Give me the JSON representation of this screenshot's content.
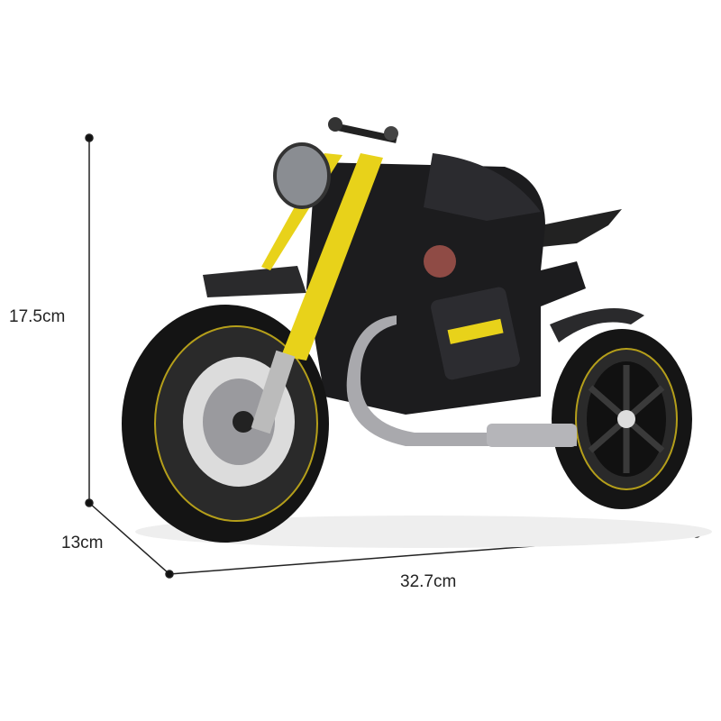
{
  "dimensions": {
    "height": "17.5cm",
    "depth": "13cm",
    "length": "32.7cm"
  },
  "product": {
    "subject": "motorcycle-building-block-model",
    "colors": {
      "body": "#1b1b1d",
      "accent": "#e8d21a",
      "chrome": "#a9a9ad"
    }
  }
}
